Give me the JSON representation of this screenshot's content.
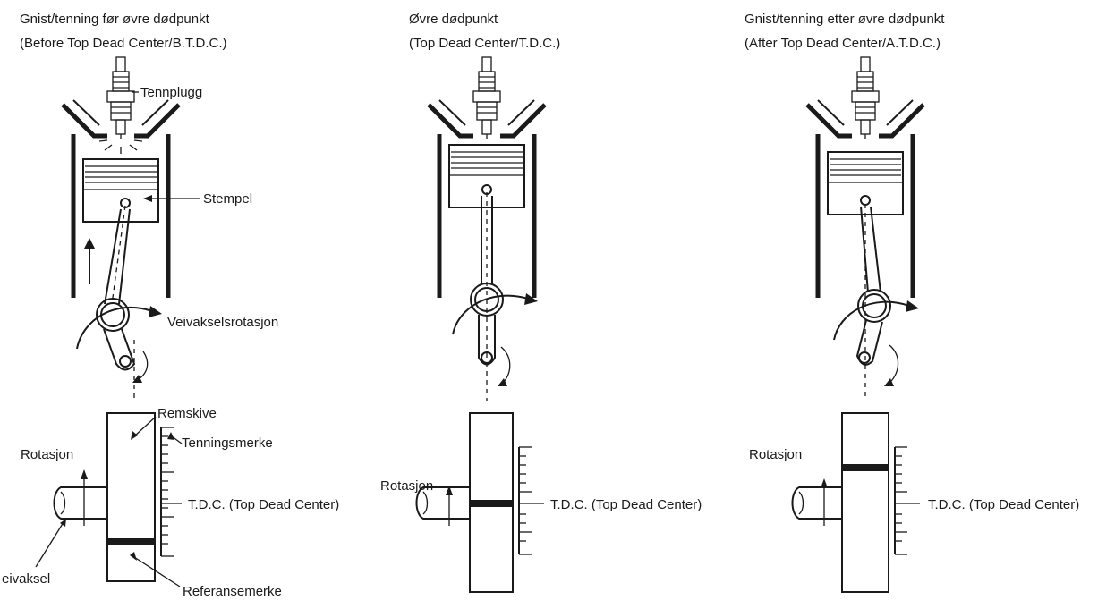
{
  "panels": [
    {
      "title_line1": "Gnist/tenning før øvre dødpunkt",
      "title_line2": "(Before Top Dead Center/B.T.D.C.)",
      "label_sparkplug": "Tennplugg",
      "label_piston": "Stempel",
      "label_crank_rotation": "Veivakselsrotasjon",
      "label_pulley": "Remskive",
      "label_timing_mark": "Tenningsmerke",
      "label_rotation": "Rotasjon",
      "label_tdc": "T.D.C. (Top Dead Center)",
      "label_crankshaft": "eivaksel",
      "label_reference_mark": "Referansemerke"
    },
    {
      "title_line1": "Øvre dødpunkt",
      "title_line2": "(Top Dead Center/T.D.C.)",
      "label_rotation": "Rotasjon",
      "label_tdc": "T.D.C. (Top Dead Center)"
    },
    {
      "title_line1": "Gnist/tenning etter øvre dødpunkt",
      "title_line2": "(After Top Dead Center/A.T.D.C.)",
      "label_rotation": "Rotasjon",
      "label_tdc": "T.D.C. (Top Dead Center)"
    }
  ],
  "colors": {
    "ink": "#1a1a1a",
    "background": "#ffffff"
  }
}
